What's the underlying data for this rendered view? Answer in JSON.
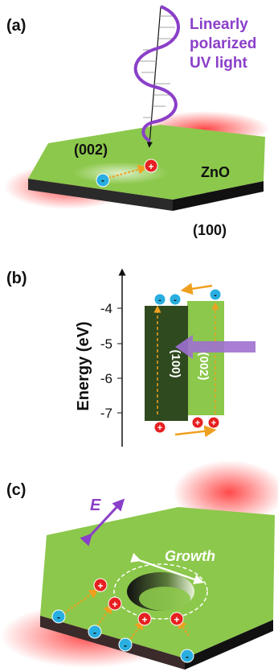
{
  "panel_a": {
    "label": "(a)",
    "light_text_line1": "Linearly",
    "light_text_line2": "polarized",
    "light_text_line3": "UV light",
    "facet_top": "(002)",
    "facet_side": "(100)",
    "material": "ZnO",
    "colors": {
      "top_face": "#8cc84b",
      "side_face": "#1a1a1a",
      "wave": "#8a3fc9",
      "glow": "#ff3030"
    }
  },
  "panel_b": {
    "label": "(b)",
    "ylabel": "Energy (eV)",
    "ticks": [
      "-4",
      "-5",
      "-6",
      "-7"
    ],
    "band_100_label": "(100)",
    "band_002_label": "(002)",
    "colors": {
      "band_100": "#2f4a1f",
      "band_002": "#8cc84b",
      "arrow": "#f0a020",
      "light_arrow": "#a070d0"
    }
  },
  "panel_c": {
    "label": "(c)",
    "field_label": "E",
    "growth_label": "Growth"
  },
  "charges": {
    "electron": "-",
    "hole": "+"
  }
}
